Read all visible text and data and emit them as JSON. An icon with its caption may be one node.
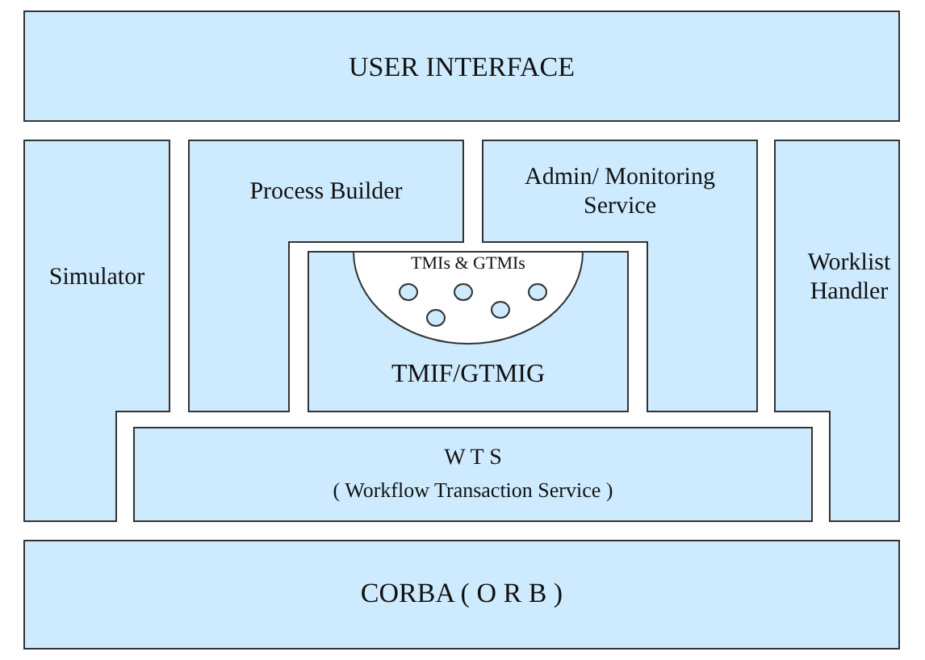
{
  "diagram": {
    "nodes": [
      {
        "text": [
          "USER INTERFACE"
        ]
      },
      {
        "text": [
          "Simulator"
        ]
      },
      {
        "text": [
          "Process Builder"
        ]
      },
      {
        "text": [
          "Admin/ Monitoring Service"
        ]
      },
      {
        "text": [
          "Worklist Handler"
        ]
      },
      {
        "text": [
          "TMIF/GTMIG"
        ]
      },
      {
        "text": [
          "TMIs & GTMIs"
        ],
        "in": 5
      },
      {
        "text": [
          "W T S",
          "( Workflow Transaction Service )"
        ]
      },
      {
        "text": [
          "CORBA ( O R B )"
        ]
      }
    ]
  }
}
